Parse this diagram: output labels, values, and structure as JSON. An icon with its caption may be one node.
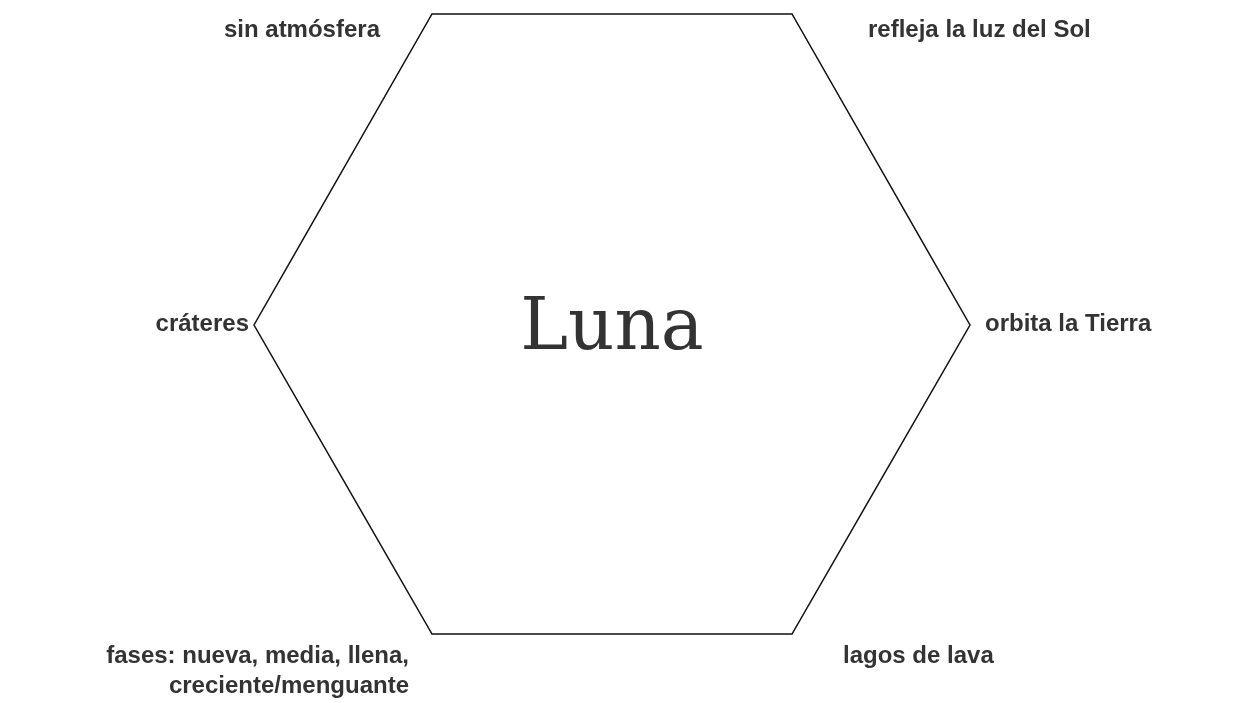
{
  "diagram": {
    "nodes": [
      {
        "text": [
          "Luna"
        ]
      }
    ],
    "labels": [
      "sin atmósfera",
      "refleja la luz del Sol",
      "cráteres",
      "orbita la Tierra",
      "fases: nueva, media, llena, creciente/menguante",
      "lagos de lava"
    ]
  }
}
